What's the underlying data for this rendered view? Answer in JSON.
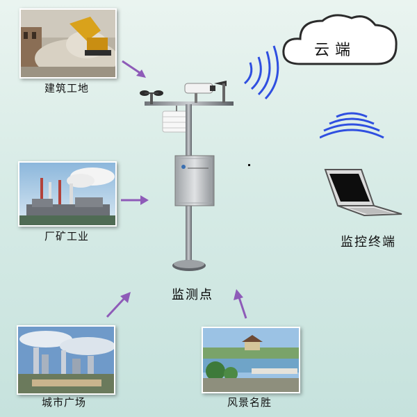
{
  "cloud": {
    "label": "云端"
  },
  "station": {
    "label": "监测点"
  },
  "terminal": {
    "label": "监控终端"
  },
  "sources": [
    {
      "label": "建筑工地"
    },
    {
      "label": "厂矿工业"
    },
    {
      "label": "城市广场"
    },
    {
      "label": "风景名胜"
    }
  ],
  "colors": {
    "arrow": "#8e5bb8",
    "signal": "#2f4fe0"
  }
}
